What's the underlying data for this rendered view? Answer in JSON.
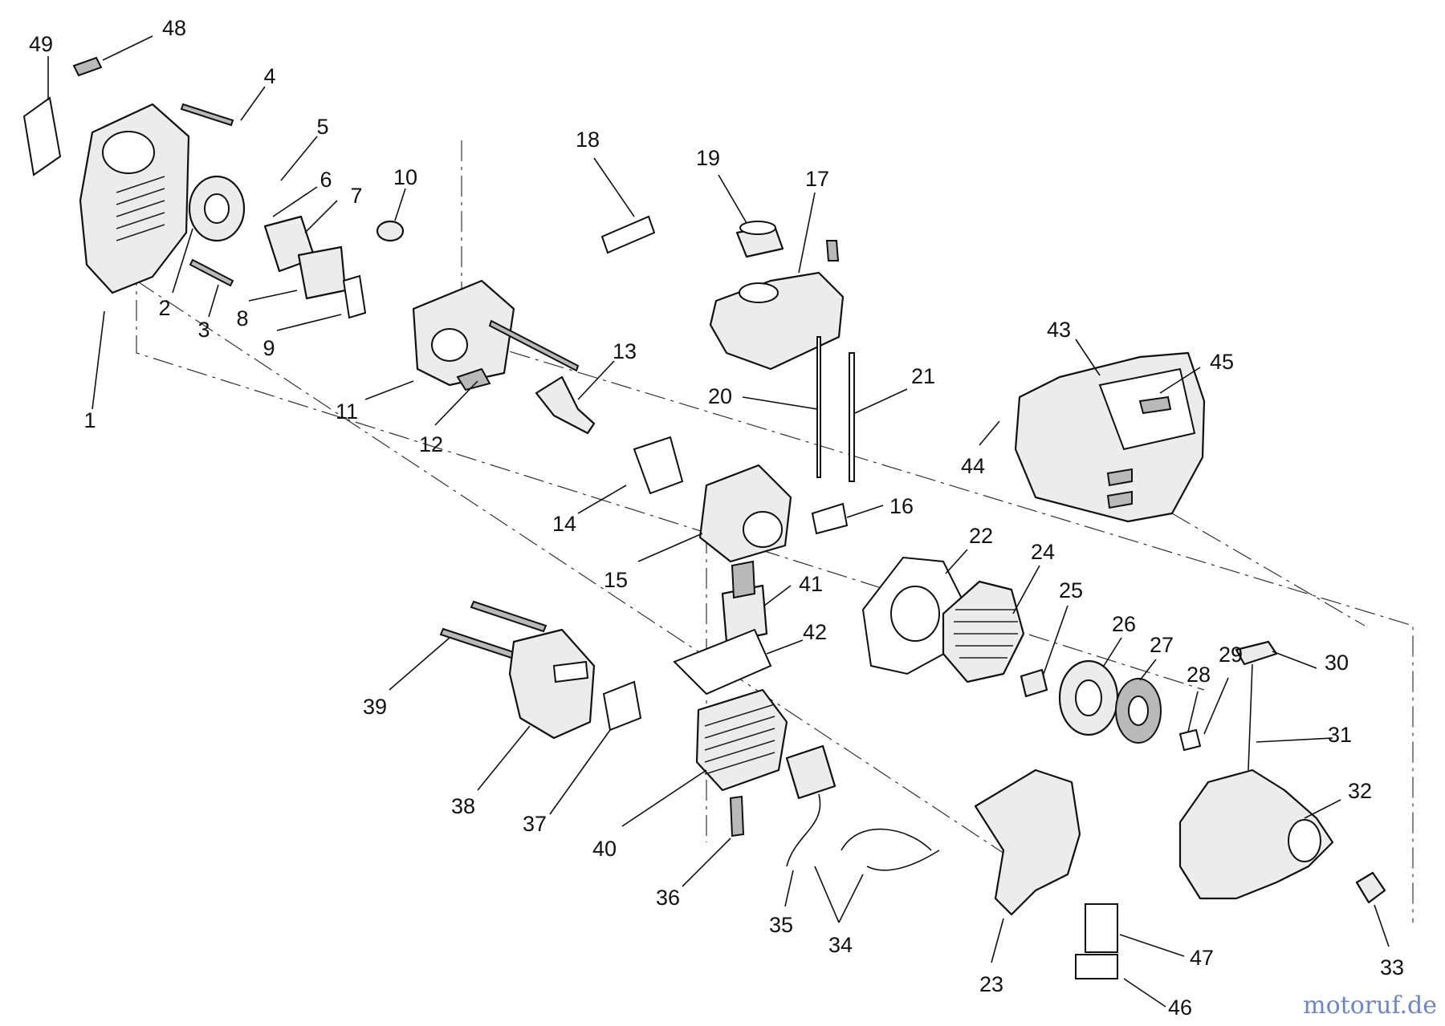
{
  "callouts": [
    {
      "id": "1",
      "text": "1"
    },
    {
      "id": "2",
      "text": "2"
    },
    {
      "id": "3",
      "text": "3"
    },
    {
      "id": "4",
      "text": "4"
    },
    {
      "id": "5",
      "text": "5"
    },
    {
      "id": "6",
      "text": "6"
    },
    {
      "id": "7",
      "text": "7"
    },
    {
      "id": "8",
      "text": "8"
    },
    {
      "id": "9",
      "text": "9"
    },
    {
      "id": "10",
      "text": "10"
    },
    {
      "id": "11",
      "text": "11"
    },
    {
      "id": "12",
      "text": "12"
    },
    {
      "id": "13",
      "text": "13"
    },
    {
      "id": "14",
      "text": "14"
    },
    {
      "id": "15",
      "text": "15"
    },
    {
      "id": "16",
      "text": "16"
    },
    {
      "id": "17",
      "text": "17"
    },
    {
      "id": "18",
      "text": "18"
    },
    {
      "id": "19",
      "text": "19"
    },
    {
      "id": "20",
      "text": "20"
    },
    {
      "id": "21",
      "text": "21"
    },
    {
      "id": "22",
      "text": "22"
    },
    {
      "id": "23",
      "text": "23"
    },
    {
      "id": "24",
      "text": "24"
    },
    {
      "id": "25",
      "text": "25"
    },
    {
      "id": "26",
      "text": "26"
    },
    {
      "id": "27",
      "text": "27"
    },
    {
      "id": "28",
      "text": "28"
    },
    {
      "id": "29",
      "text": "29"
    },
    {
      "id": "30",
      "text": "30"
    },
    {
      "id": "31",
      "text": "31"
    },
    {
      "id": "32",
      "text": "32"
    },
    {
      "id": "33",
      "text": "33"
    },
    {
      "id": "34",
      "text": "34"
    },
    {
      "id": "35",
      "text": "35"
    },
    {
      "id": "36",
      "text": "36"
    },
    {
      "id": "37",
      "text": "37"
    },
    {
      "id": "38",
      "text": "38"
    },
    {
      "id": "39",
      "text": "39"
    },
    {
      "id": "40",
      "text": "40"
    },
    {
      "id": "41",
      "text": "41"
    },
    {
      "id": "42",
      "text": "42"
    },
    {
      "id": "43",
      "text": "43"
    },
    {
      "id": "44",
      "text": "44"
    },
    {
      "id": "45",
      "text": "45"
    },
    {
      "id": "46",
      "text": "46"
    },
    {
      "id": "47",
      "text": "47"
    },
    {
      "id": "48",
      "text": "48"
    },
    {
      "id": "49",
      "text": "49"
    }
  ],
  "watermark": {
    "text": "motoruf.de",
    "color": "#6b86c9"
  }
}
